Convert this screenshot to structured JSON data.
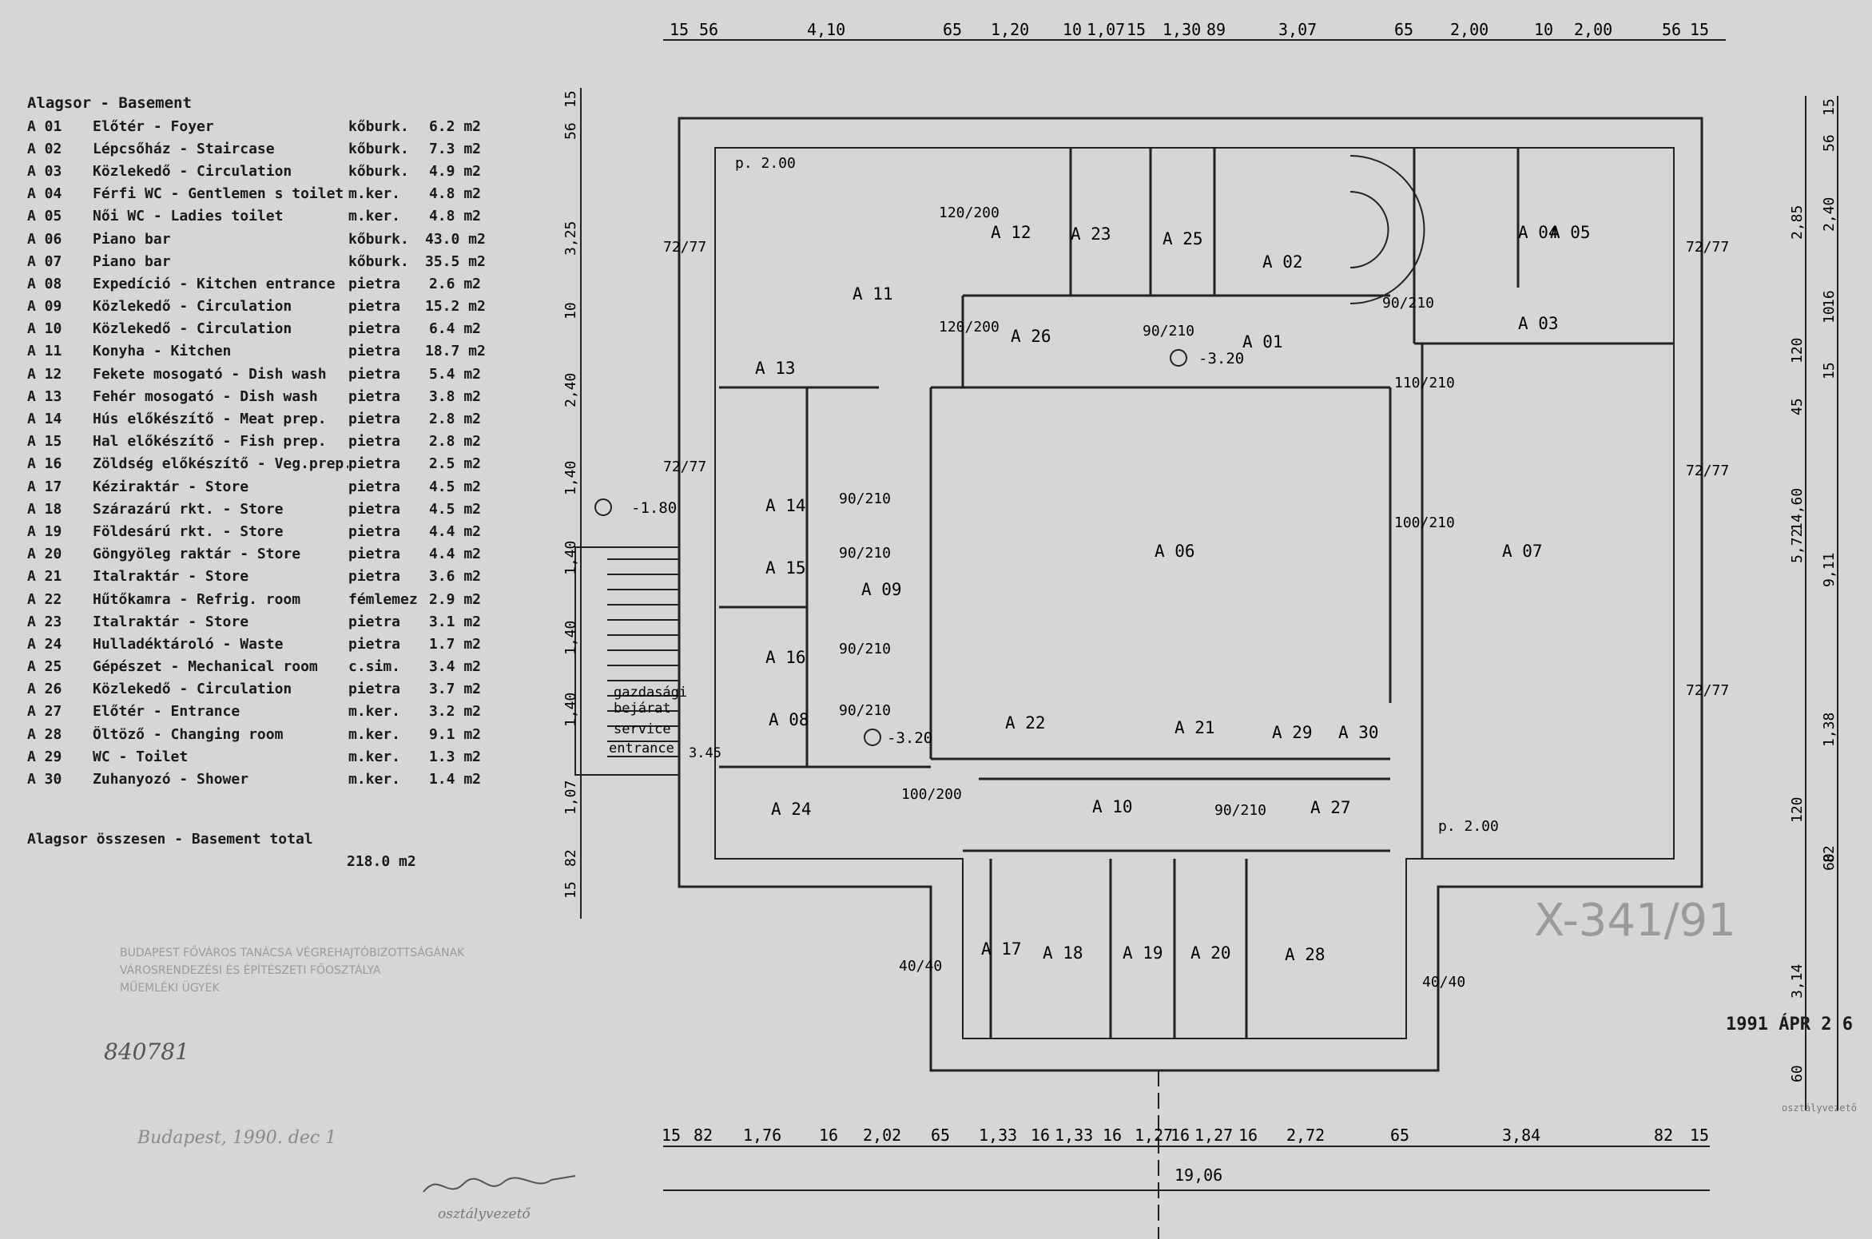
{
  "legend": {
    "title": "Alagsor - Basement",
    "rooms": [
      {
        "code": "A 01",
        "name": "Előtér - Foyer",
        "finish": "kőburk.",
        "area": "6.2 m2"
      },
      {
        "code": "A 02",
        "name": "Lépcsőház - Staircase",
        "finish": "kőburk.",
        "area": "7.3 m2"
      },
      {
        "code": "A 03",
        "name": "Közlekedő - Circulation",
        "finish": "kőburk.",
        "area": "4.9 m2"
      },
      {
        "code": "A 04",
        "name": "Férfi WC - Gentlemen s toilet",
        "finish": "m.ker.",
        "area": "4.8 m2"
      },
      {
        "code": "A 05",
        "name": "Női WC - Ladies toilet",
        "finish": "m.ker.",
        "area": "4.8 m2"
      },
      {
        "code": "A 06",
        "name": "Piano bar",
        "finish": "kőburk.",
        "area": "43.0 m2"
      },
      {
        "code": "A 07",
        "name": "Piano bar",
        "finish": "kőburk.",
        "area": "35.5 m2"
      },
      {
        "code": "A 08",
        "name": "Expedíció - Kitchen entrance",
        "finish": "pietra",
        "area": "2.6 m2"
      },
      {
        "code": "A 09",
        "name": "Közlekedő - Circulation",
        "finish": "pietra",
        "area": "15.2 m2"
      },
      {
        "code": "A 10",
        "name": "Közlekedő - Circulation",
        "finish": "pietra",
        "area": "6.4 m2"
      },
      {
        "code": "A 11",
        "name": "Konyha - Kitchen",
        "finish": "pietra",
        "area": "18.7 m2"
      },
      {
        "code": "A 12",
        "name": "Fekete mosogató - Dish wash",
        "finish": "pietra",
        "area": "5.4 m2"
      },
      {
        "code": "A 13",
        "name": "Fehér mosogató - Dish wash",
        "finish": "pietra",
        "area": "3.8 m2"
      },
      {
        "code": "A 14",
        "name": "Hús előkészítő - Meat prep.",
        "finish": "pietra",
        "area": "2.8 m2"
      },
      {
        "code": "A 15",
        "name": "Hal előkészítő - Fish prep.",
        "finish": "pietra",
        "area": "2.8 m2"
      },
      {
        "code": "A 16",
        "name": "Zöldség előkészítő - Veg.prep.",
        "finish": "pietra",
        "area": "2.5 m2"
      },
      {
        "code": "A 17",
        "name": "Kéziraktár - Store",
        "finish": "pietra",
        "area": "4.5 m2"
      },
      {
        "code": "A 18",
        "name": "Szárazárú rkt. - Store",
        "finish": "pietra",
        "area": "4.5 m2"
      },
      {
        "code": "A 19",
        "name": "Földesárú rkt. - Store",
        "finish": "pietra",
        "area": "4.4 m2"
      },
      {
        "code": "A 20",
        "name": "Göngyöleg raktár - Store",
        "finish": "pietra",
        "area": "4.4 m2"
      },
      {
        "code": "A 21",
        "name": "Italraktár - Store",
        "finish": "pietra",
        "area": "3.6 m2"
      },
      {
        "code": "A 22",
        "name": "Hűtőkamra - Refrig. room",
        "finish": "fémlemez",
        "area": "2.9 m2"
      },
      {
        "code": "A 23",
        "name": "Italraktár - Store",
        "finish": "pietra",
        "area": "3.1 m2"
      },
      {
        "code": "A 24",
        "name": "Hulladéktároló - Waste",
        "finish": "pietra",
        "area": "1.7 m2"
      },
      {
        "code": "A 25",
        "name": "Gépészet - Mechanical room",
        "finish": "c.sim.",
        "area": "3.4 m2"
      },
      {
        "code": "A 26",
        "name": "Közlekedő - Circulation",
        "finish": "pietra",
        "area": "3.7 m2"
      },
      {
        "code": "A 27",
        "name": "Előtér - Entrance",
        "finish": "m.ker.",
        "area": "3.2 m2"
      },
      {
        "code": "A 28",
        "name": "Öltöző - Changing room",
        "finish": "m.ker.",
        "area": "9.1 m2"
      },
      {
        "code": "A 29",
        "name": "WC - Toilet",
        "finish": "m.ker.",
        "area": "1.3 m2"
      },
      {
        "code": "A 30",
        "name": "Zuhanyozó - Shower",
        "finish": "m.ker.",
        "area": "1.4 m2"
      }
    ],
    "total_label": "Alagsor összesen - Basement total",
    "total_value": "218.0 m2"
  },
  "plan": {
    "room_labels": [
      "A 01",
      "A 02",
      "A 03",
      "A 04",
      "A 05",
      "A 06",
      "A 07",
      "A 08",
      "A 09",
      "A 10",
      "A 11",
      "A 12",
      "A 13",
      "A 14",
      "A 15",
      "A 16",
      "A 17",
      "A 18",
      "A 19",
      "A 20",
      "A 21",
      "A 22",
      "A 23",
      "A 24",
      "A 25",
      "A 26",
      "A 27",
      "A 28",
      "A 29",
      "A 30"
    ],
    "top_dims": [
      "15",
      "56",
      "4,10",
      "65",
      "1,20",
      "10",
      "1,07",
      "15",
      "1,30",
      "89",
      "3,07",
      "65",
      "2,00",
      "10",
      "2,00",
      "56",
      "15"
    ],
    "bottom_dims": [
      "15",
      "82",
      "1,76",
      "16",
      "2,02",
      "65",
      "1,33",
      "16",
      "1,33",
      "16",
      "1,27",
      "16",
      "1,27",
      "16",
      "2,72",
      "65",
      "3,84",
      "82",
      "15"
    ],
    "total_width": "19,06",
    "left_dims": [
      "15",
      "56",
      "3,25",
      "10",
      "2,40",
      "1,40",
      "1,40",
      "1,40",
      "1,40",
      "1,07",
      "82",
      "15"
    ],
    "right_dims": [
      "15",
      "56",
      "2,85",
      "2,40",
      "16",
      "10",
      "120",
      "15",
      "45",
      "5,72",
      "9,11",
      "14,60",
      "1,38",
      "120",
      "60",
      "82",
      "3,14",
      "60"
    ],
    "door_labels": [
      "72/77",
      "120/200",
      "90/210",
      "110/210",
      "100/210",
      "100/200",
      "40/40",
      "p. 2.00"
    ],
    "levels": [
      "-3.20",
      "-1.80",
      "-3.20"
    ],
    "entrance_text": [
      "gazdasági",
      "bejárat",
      "service",
      "entrance"
    ],
    "entrance_dim": "3.45"
  },
  "stamp": {
    "lines": [
      "BUDAPEST FŐVÁROS TANÁCSA VÉGREHAJTÓBIZOTTSÁGÁNAK",
      "VÁROSRENDEZÉSI ÉS ÉPÍTÉSZETI FŐOSZTÁLYA",
      "MŰEMLÉKI ÜGYEK"
    ],
    "case_no": "840781",
    "city_date": "Budapest, 1990. dec 1",
    "role": "osztályvezető"
  },
  "right_stamp": {
    "registration": "X-341/91",
    "date": "1991 ÁPR 2 6",
    "role": "osztályvezető"
  }
}
